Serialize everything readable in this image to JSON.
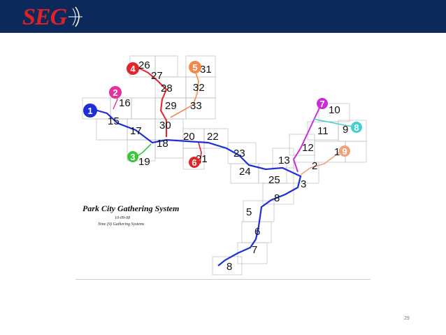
{
  "header": {
    "logo_text": "SEG",
    "colors": {
      "bar": "#0b2a5b",
      "logo_red": "#e02028",
      "logo_blue": "#27b6e6"
    }
  },
  "map": {
    "title": "Park City Gathering System",
    "date": "10-09-08",
    "subtitle": "Nine (9) Gathering Systems",
    "system_markers": [
      {
        "label": "1",
        "color": "#1f2fd6"
      },
      {
        "label": "2",
        "color": "#e0329a"
      },
      {
        "label": "3",
        "color": "#39c83a"
      },
      {
        "label": "4",
        "color": "#e3242b"
      },
      {
        "label": "5",
        "color": "#f08a4b"
      },
      {
        "label": "6",
        "color": "#e3242b"
      },
      {
        "label": "7",
        "color": "#cc2bd8"
      },
      {
        "label": "8",
        "color": "#3fd0cf"
      },
      {
        "label": "9",
        "color": "#f08a4b"
      }
    ],
    "section_numbers": [
      "26",
      "27",
      "28",
      "29",
      "30",
      "31",
      "32",
      "33",
      "16",
      "15",
      "17",
      "18",
      "19",
      "20",
      "21",
      "22",
      "23",
      "24",
      "25",
      "13",
      "12",
      "11",
      "10",
      "9",
      "1",
      "2",
      "3",
      "8",
      "4",
      "5",
      "6",
      "7",
      "8"
    ]
  },
  "footer": {
    "page_number": "29"
  }
}
